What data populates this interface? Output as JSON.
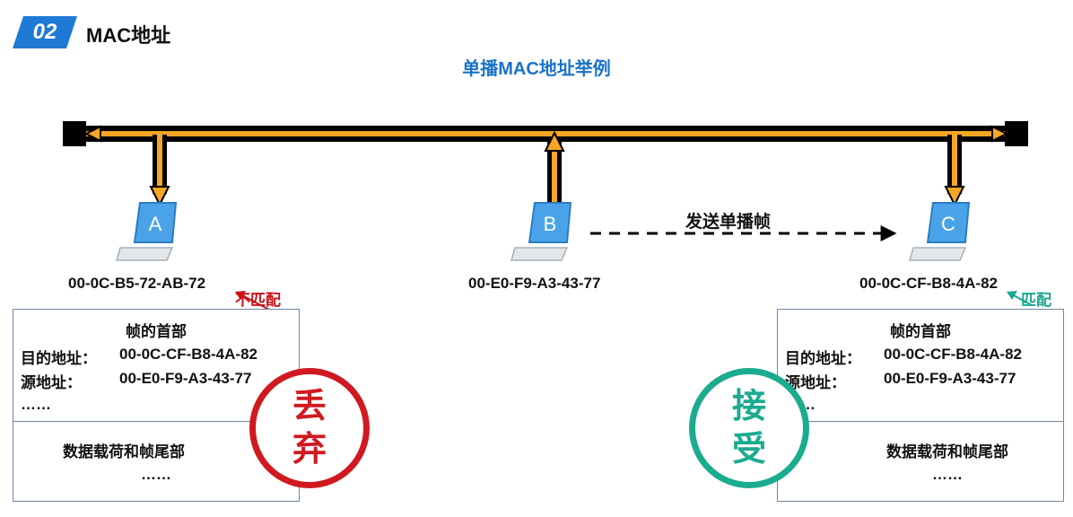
{
  "header": {
    "badge": "02",
    "section_title": "MAC地址"
  },
  "diagram": {
    "title": "单播MAC地址举例",
    "send_label": "发送单播帧",
    "hosts": [
      {
        "letter": "A",
        "mac": "00-0C-B5-72-AB-72"
      },
      {
        "letter": "B",
        "mac": "00-E0-F9-A3-43-77"
      },
      {
        "letter": "C",
        "mac": "00-0C-CF-B8-4A-82"
      }
    ],
    "mismatch_label": "不匹配",
    "match_label": "匹配"
  },
  "frames": [
    {
      "header_title": "帧的首部",
      "dst_label": "目的地址：",
      "dst_value": "00-0C-CF-B8-4A-82",
      "src_label": "源地址：",
      "src_value": "00-E0-F9-A3-43-77",
      "ellipsis": "……",
      "payload": "数据载荷和帧尾部",
      "payload_ellipsis": "……",
      "stamp": [
        "丢",
        "弃"
      ],
      "stamp_color": "#d01920"
    },
    {
      "header_title": "帧的首部",
      "dst_label": "目的地址：",
      "dst_value": "00-0C-CF-B8-4A-82",
      "src_label": "源地址：",
      "src_value": "00-E0-F9-A3-43-77",
      "ellipsis": "……",
      "payload": "数据载荷和帧尾部",
      "payload_ellipsis": "……",
      "stamp": [
        "接",
        "受"
      ],
      "stamp_color": "#1bab8f"
    }
  ],
  "colors": {
    "accent": "#1f7ad6",
    "bus_fill": "#f5a623",
    "bus_edge": "#000000",
    "laptop_screen": "#4aa3e8"
  }
}
